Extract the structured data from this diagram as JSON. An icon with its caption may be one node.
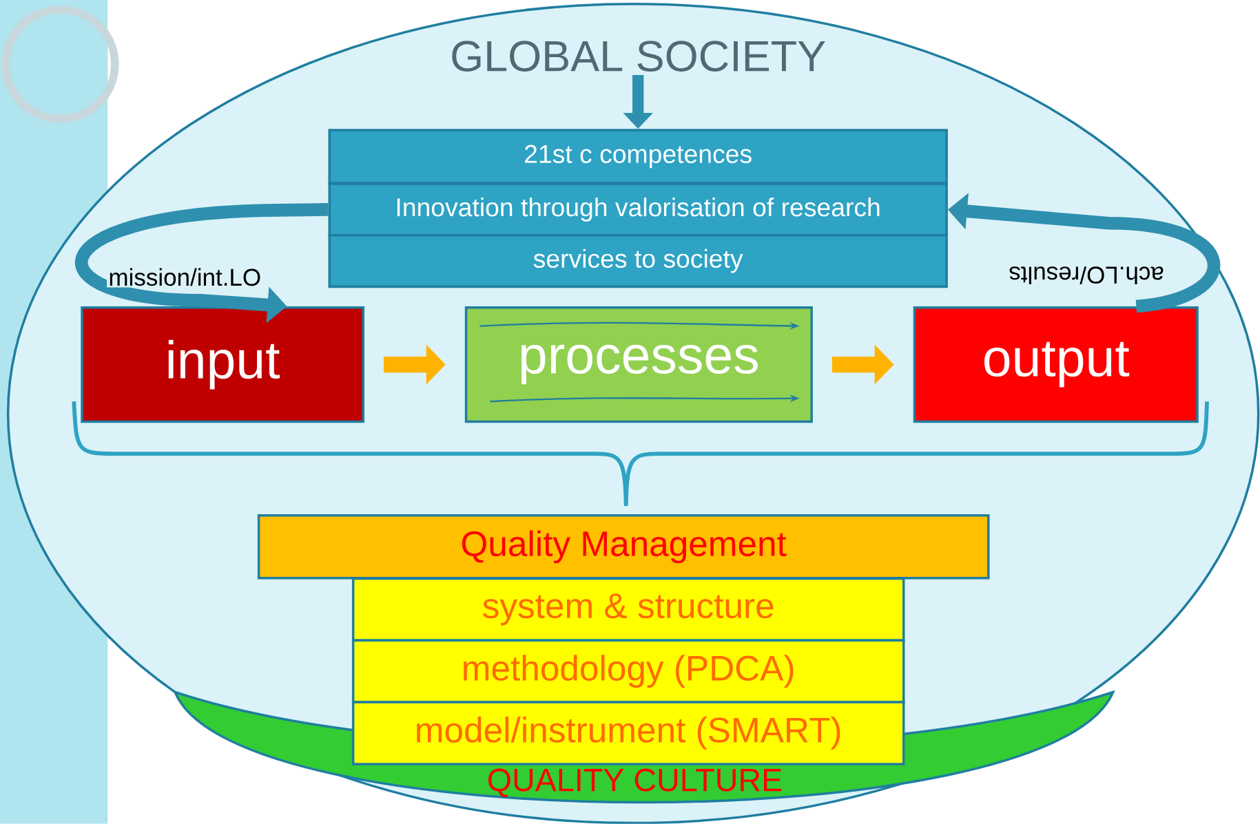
{
  "diagram": {
    "nodes": [
      {
        "text": [
          "GLOBAL SOCIETY"
        ]
      },
      {
        "text": [
          "21st c competences"
        ]
      },
      {
        "text": [
          "Innovation through valorisation of research"
        ]
      },
      {
        "text": [
          "services to society"
        ]
      },
      {
        "text": [
          "input"
        ]
      },
      {
        "text": [
          "processes"
        ]
      },
      {
        "text": [
          "output"
        ]
      },
      {
        "text": [
          "Quality Management"
        ]
      },
      {
        "text": [
          "system & structure"
        ]
      },
      {
        "text": [
          "methodology (PDCA)"
        ]
      },
      {
        "text": [
          "model/instrument (SMART)"
        ]
      },
      {
        "text": [
          "QUALITY CULTURE"
        ]
      }
    ],
    "edges": [
      {
        "from": 0,
        "to": 1,
        "arrow": "to"
      },
      {
        "from": 4,
        "to": 5,
        "arrow": "to",
        "color": "#ffb300"
      },
      {
        "from": 5,
        "to": 6,
        "arrow": "to",
        "color": "#ffb300"
      },
      {
        "from": 2,
        "to": 4,
        "arrow": "to",
        "label": "mission/int.LO"
      },
      {
        "from": 6,
        "to": 2,
        "arrow": "to",
        "label": "ach.LO/results"
      }
    ]
  }
}
